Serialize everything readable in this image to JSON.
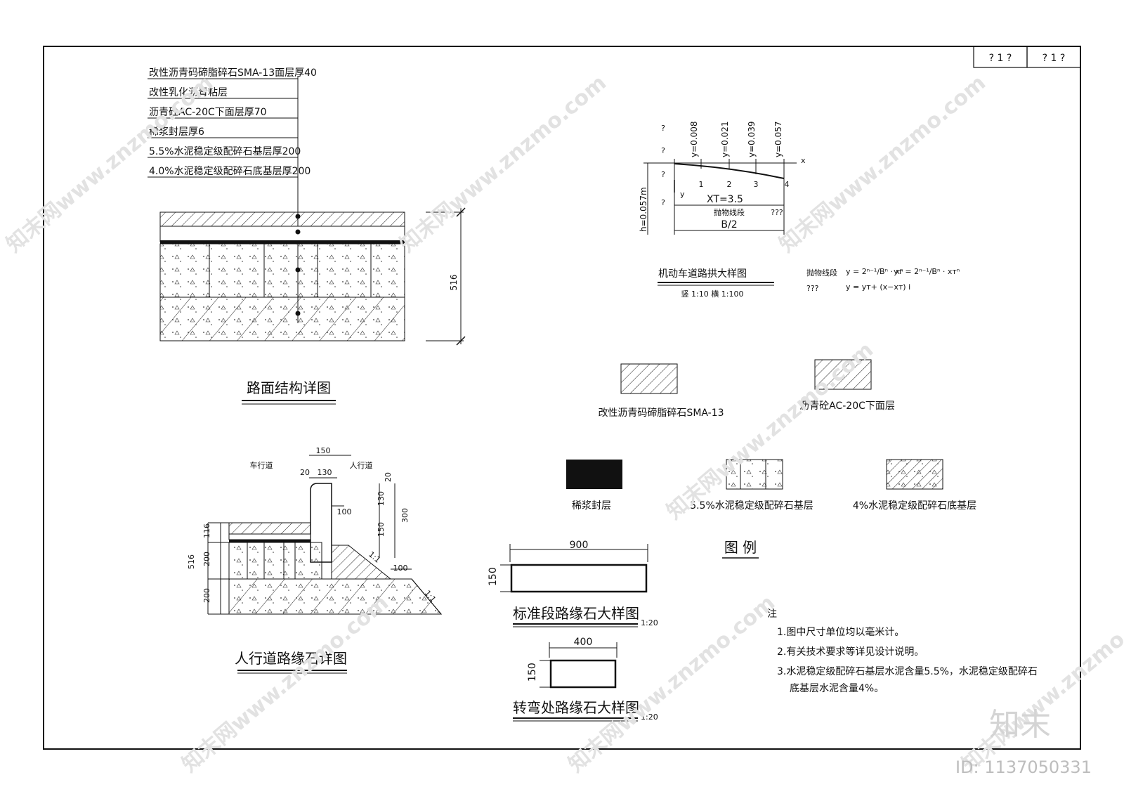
{
  "title_block": {
    "cell_1": "? 1 ?",
    "cell_2": "? 1 ?"
  },
  "pavement": {
    "layers": [
      "改性沥青码碲脂碎石SMA-13面层厚40",
      "改性乳化沥青粘层",
      "沥青砼AC-20C下面层厚70",
      "稀浆封层厚6",
      "5.5%水泥稳定级配碎石基层厚200",
      "4.0%水泥稳定级配碎石底基层厚200"
    ],
    "total_dim": "516",
    "title": "路面结构详图"
  },
  "crown": {
    "q": "?",
    "y_values": [
      "y=0.008",
      "y=0.021",
      "y=0.039",
      "y=0.057"
    ],
    "x_axis": "x",
    "y_axis": "y",
    "points": [
      "1",
      "2",
      "3",
      "4"
    ],
    "xt": "XT=3.5",
    "parabola_label": "抛物线段",
    "qqq": "???",
    "b2": "B/2",
    "h": "h=0.057m",
    "title": "机动车道路拱大样图",
    "scale": "竖 1:10  横 1:100",
    "formula_label_1": "抛物线段",
    "formula_label_2": "???",
    "formula_1": "y = 2ⁿ⁻¹/Bⁿ · xⁿ",
    "formula_2": "yт = 2ⁿ⁻¹/Bⁿ · xтⁿ",
    "formula_3": "y = yт+ (x−xт) i"
  },
  "legend": {
    "items": [
      "改性沥青码碲脂碎石SMA-13",
      "沥青砼AC-20C下面层",
      "稀浆封层",
      "5.5%水泥稳定级配碎石基层",
      "4%水泥稳定级配碎石底基层"
    ],
    "title": "图 例"
  },
  "curb": {
    "road": "车行道",
    "sidewalk": "人行道",
    "d150": "150",
    "d20": "20",
    "d130": "130",
    "d20b": "20",
    "d130b": "130",
    "d300": "300",
    "d100": "100",
    "d150b": "150",
    "d116": "116",
    "d200": "200",
    "d200b": "200",
    "d516": "516",
    "slope": "1:1",
    "slope2": "1:1",
    "d100b": "100",
    "title": "人行道路缘石详图"
  },
  "std_curb": {
    "width": "900",
    "height": "150",
    "title": "标准段路缘石大样图",
    "scale": "1:20"
  },
  "turn_curb": {
    "width": "400",
    "height": "150",
    "title": "转弯处路缘石大样图",
    "scale": "1:20"
  },
  "notes": {
    "head": "注",
    "lines": [
      "1.图中尺寸单位均以毫米计。",
      "2.有关技术要求等详见设计说明。",
      "3.水泥稳定级配碎石基层水泥含量5.5%，水泥稳定级配碎石",
      "底基层水泥含量4%。"
    ]
  },
  "watermark": {
    "text": "知末网www.znzmo.com",
    "brand": "知末",
    "id": "ID: 1137050331"
  }
}
